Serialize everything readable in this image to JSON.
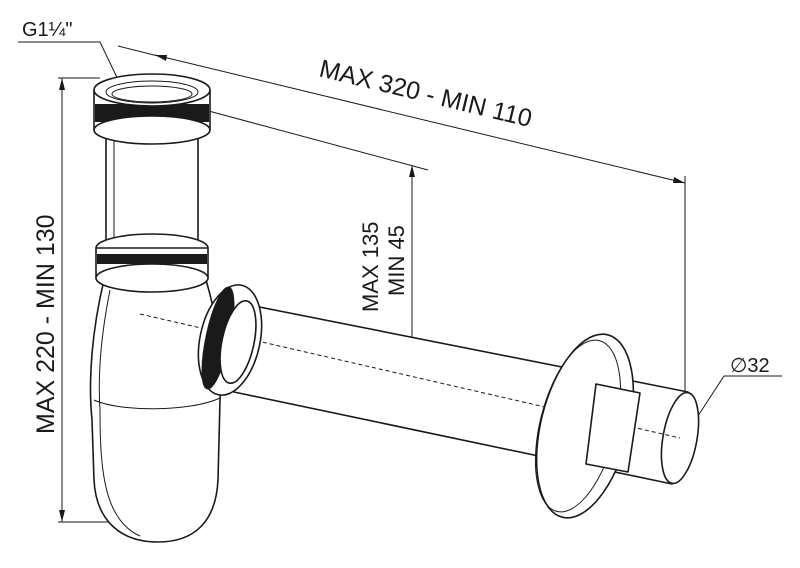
{
  "labels": {
    "thread": "G1¼\"",
    "width": "MAX 320 - MIN 110",
    "drop_max": "MAX 135",
    "drop_min": "MIN 45",
    "height": "MAX 220 - MIN 130",
    "diameter": "∅32"
  }
}
